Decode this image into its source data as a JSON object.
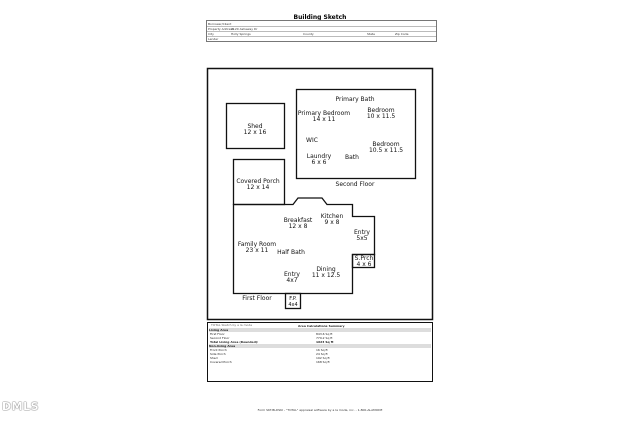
{
  "title": "Building Sketch",
  "header": {
    "borrower_label": "Borrower/Client",
    "property_label": "Property Address",
    "property_value": "7120 Ashaway Dr",
    "city_label": "City",
    "city_value": "Holly Springs",
    "county_label": "County",
    "state_label": "State",
    "zip_label": "Zip Code",
    "lender_label": "Lender"
  },
  "sketch": {
    "shed": {
      "name": "Shed",
      "dims": "12 x 16"
    },
    "covered_porch": {
      "name": "Covered Porch",
      "dims": "12 x 14"
    },
    "second_floor": {
      "label": "Second Floor",
      "primary_bath": "Primary Bath",
      "primary_bedroom": {
        "name": "Primary Bedroom",
        "dims": "14 x 11"
      },
      "bedroom1": {
        "name": "Bedroom",
        "dims": "10 x 11.5"
      },
      "wic": "WIC",
      "bedroom2": {
        "name": "Bedroom",
        "dims": "10.5 x 11.5"
      },
      "laundry": {
        "name": "Laundry",
        "dims": "6 x 6"
      },
      "bath": "Bath"
    },
    "first_floor": {
      "label": "First Floor",
      "breakfast": {
        "name": "Breakfast",
        "dims": "12 x 8"
      },
      "kitchen": {
        "name": "Kitchen",
        "dims": "9 x 8"
      },
      "entry1": {
        "name": "Entry",
        "dims": "5x5"
      },
      "family_room": {
        "name": "Family Room",
        "dims": "23 x 11"
      },
      "half_bath": "Half Bath",
      "side_porch": {
        "name": "S.Prch",
        "dims": "4 x 6"
      },
      "entry2": {
        "name": "Entry",
        "dims": "4x7"
      },
      "dining": {
        "name": "Dining",
        "dims": "11 x 12.5"
      },
      "front_porch": {
        "name": "F.P.",
        "dims": "4x4"
      }
    }
  },
  "summary": {
    "left_note": "TOTAL Sketch by a la mode",
    "title": "Area Calculations Summary",
    "living_header": "Living Area",
    "living": [
      {
        "label": "First Floor",
        "value": "843.6 Sq ft"
      },
      {
        "label": "Second Floor",
        "value": "779.2 Sq ft"
      }
    ],
    "total_label": "Total Living Area (Rounded):",
    "total_value": "1623 Sq ft",
    "nonliving_header": "Non-living Area",
    "nonliving": [
      {
        "label": "Front Porch",
        "value": "16 Sq ft"
      },
      {
        "label": "Side Porch",
        "value": "24 Sq ft"
      },
      {
        "label": "Shed",
        "value": "192 Sq ft"
      },
      {
        "label": "Covered Porch",
        "value": "168 Sq ft"
      }
    ]
  },
  "footer": "Form SKT.BLDSKI - \"TOTAL\" appraisal software by a la mode, inc. - 1-800-ALAMODE",
  "watermark": "DMLS"
}
